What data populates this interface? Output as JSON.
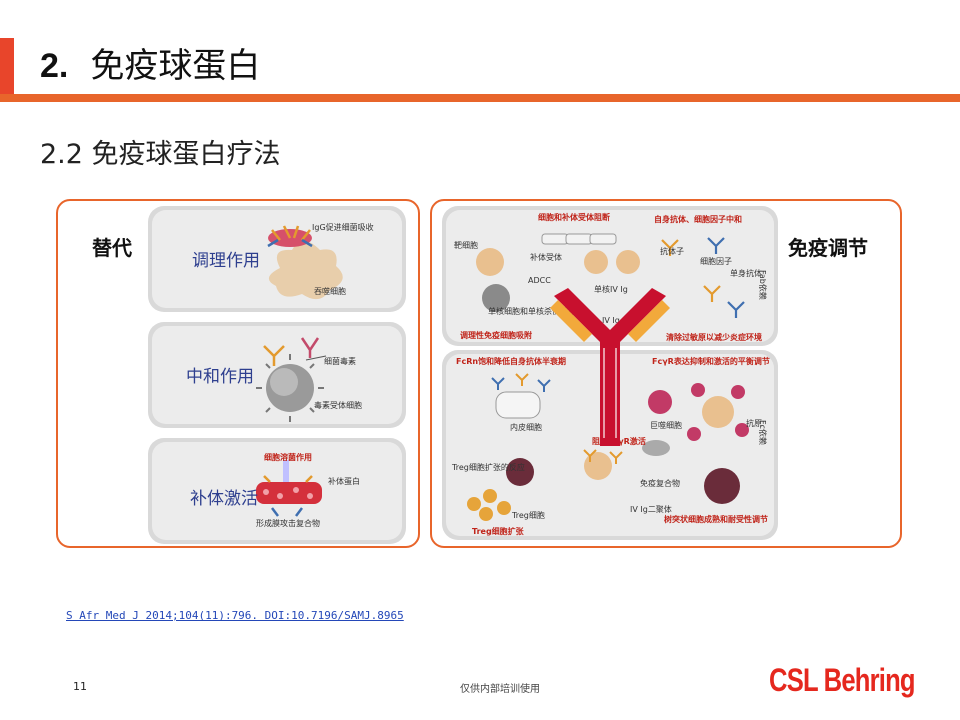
{
  "header": {
    "number": "2.",
    "title": "免疫球蛋白",
    "subtitle": "2.2 免疫球蛋白疗法"
  },
  "left_panel": {
    "label": "替代",
    "mechanisms": [
      {
        "name": "调理作用",
        "annotations": [
          "IgG促进细菌吸收",
          "吞噬细胞"
        ]
      },
      {
        "name": "中和作用",
        "annotations": [
          "细菌毒素",
          "毒素受体细胞"
        ]
      },
      {
        "name": "补体激活",
        "annotations": [
          "细胞溶菌作用",
          "补体蛋白",
          "形成膜攻击复合物"
        ]
      }
    ]
  },
  "right_panel": {
    "label": "免疫调节",
    "top_section": {
      "headings": [
        "细胞和补体受体阻断",
        "自身抗体、细胞因子中和"
      ],
      "annotations": [
        "靶细胞",
        "补体受体",
        "ADCC",
        "单核IV Ig",
        "抗体子",
        "细胞因子",
        "单身抗体",
        "单核细胞和单核杀伤细胞",
        "清除过敏原以减少炎症环境",
        "调理性免疫细胞吸附",
        "IV Ig"
      ],
      "side_tag": "Fab依赖"
    },
    "bottom_section": {
      "headings": [
        "FcRn饱和降低自身抗体半衰期",
        "FcγR表达抑制和激活的平衡调节"
      ],
      "annotations": [
        "内皮细胞",
        "阻断FcγR激活",
        "Treg细胞扩张的反应",
        "Treg细胞",
        "Treg细胞扩张",
        "免疫复合物",
        "IV Ig二聚体",
        "巨噬细胞",
        "抗原",
        "树突状细胞成熟和耐受性调节"
      ],
      "side_tag": "Fc依赖"
    }
  },
  "reference": "S Afr Med J 2014;104(11):796. DOI:10.7196/SAMJ.8965",
  "footer": {
    "page_number": "11",
    "note": "仅供内部培训使用",
    "logo": "CSL Behring"
  },
  "colors": {
    "accent": "#e8652b",
    "title_bar": "#e8452b",
    "mechanism_text": "#2e3f8f",
    "logo": "#e5281e"
  }
}
